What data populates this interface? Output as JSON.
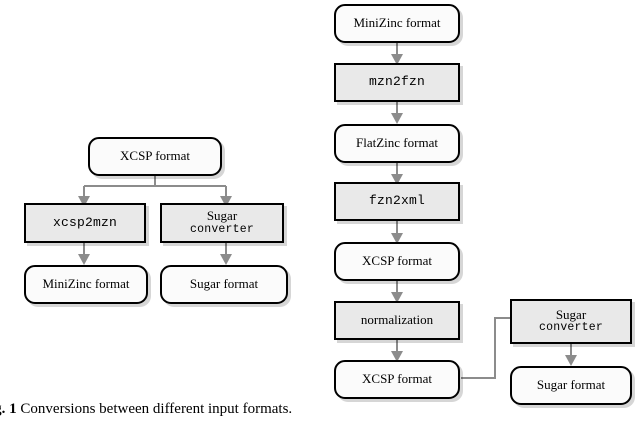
{
  "figure": {
    "caption_label": "ig. 1",
    "caption_text": "Conversions between different input formats.",
    "colors": {
      "format_fill": "#fbfbfb",
      "tool_fill": "#e9e9e9",
      "border": "#000000",
      "connector": "#8c8c8c",
      "background": "#ffffff"
    }
  },
  "left_flow": {
    "title": "XCSP conversion flow",
    "nodes": [
      {
        "id": "xcsp-format-src",
        "label": "XCSP format",
        "kind": "format"
      },
      {
        "id": "xcsp2mzn",
        "label": "xcsp2mzn",
        "kind": "tool"
      },
      {
        "id": "sugar-converter",
        "label_line1": "Sugar",
        "label_line2": "converter",
        "kind": "tool"
      },
      {
        "id": "minizinc-format",
        "label": "MiniZinc format",
        "kind": "format"
      },
      {
        "id": "sugar-format",
        "label": "Sugar format",
        "kind": "format"
      }
    ]
  },
  "right_flow": {
    "title": "MiniZinc conversion flow",
    "nodes": [
      {
        "id": "minizinc-format-src",
        "label": "MiniZinc format",
        "kind": "format"
      },
      {
        "id": "mzn2fzn",
        "label": "mzn2fzn",
        "kind": "tool"
      },
      {
        "id": "flatzinc-format",
        "label": "FlatZinc format",
        "kind": "format"
      },
      {
        "id": "fzn2xml",
        "label": "fzn2xml",
        "kind": "tool"
      },
      {
        "id": "xcsp-format-mid",
        "label": "XCSP format",
        "kind": "format"
      },
      {
        "id": "normalization",
        "label": "normalization",
        "kind": "tool"
      },
      {
        "id": "xcsp-format-bottom",
        "label": "XCSP format",
        "kind": "format"
      },
      {
        "id": "sugar-converter-2",
        "label_line1": "Sugar",
        "label_line2": "converter",
        "kind": "tool"
      },
      {
        "id": "sugar-format-2",
        "label": "Sugar format",
        "kind": "format"
      }
    ]
  }
}
